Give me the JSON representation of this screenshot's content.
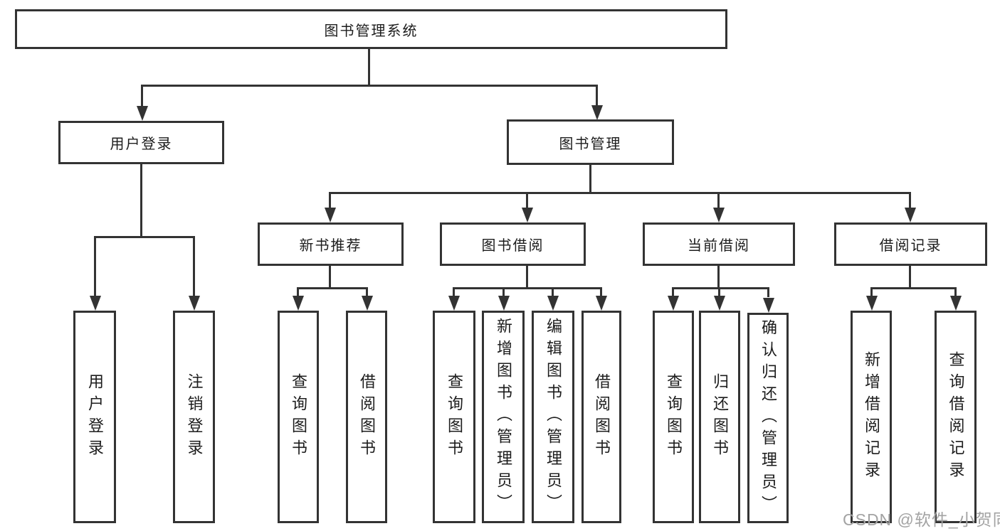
{
  "diagram_type": "hierarchy-tree",
  "colors": {
    "line": "#333333",
    "box_border": "#333333",
    "text": "#1c1c1c",
    "watermark": "#a3a3a3",
    "background": "#ffffff"
  },
  "tree": {
    "label": "图书管理系统",
    "children": [
      {
        "label": "用户登录",
        "children": [
          {
            "label": "用户登录"
          },
          {
            "label": "注销登录"
          }
        ]
      },
      {
        "label": "图书管理",
        "children": [
          {
            "label": "新书推荐",
            "children": [
              {
                "label": "查询图书"
              },
              {
                "label": "借阅图书"
              }
            ]
          },
          {
            "label": "图书借阅",
            "children": [
              {
                "label": "查询图书"
              },
              {
                "label": "新增图书（管理员）"
              },
              {
                "label": "编辑图书（管理员）"
              },
              {
                "label": "借阅图书"
              }
            ]
          },
          {
            "label": "当前借阅",
            "children": [
              {
                "label": "查询图书"
              },
              {
                "label": "归还图书"
              },
              {
                "label": "确认归还（管理员）"
              }
            ]
          },
          {
            "label": "借阅记录",
            "children": [
              {
                "label": "新增借阅记录"
              },
              {
                "label": "查询借阅记录"
              }
            ]
          }
        ]
      }
    ]
  },
  "watermark": {
    "text": "CSDN @软件_小贺同学"
  }
}
